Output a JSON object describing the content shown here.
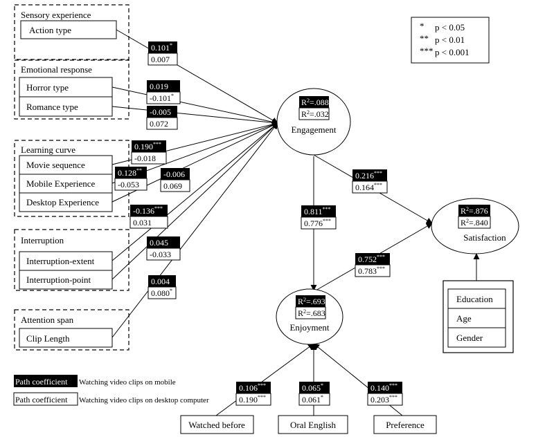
{
  "legend": {
    "items": [
      {
        "stars": "*",
        "text": "p < 0.05"
      },
      {
        "stars": "**",
        "text": "p < 0.01"
      },
      {
        "stars": "***",
        "text": "p < 0.001"
      }
    ]
  },
  "groups": {
    "sensory": "Sensory experience",
    "emotional": "Emotional response",
    "learning": "Learning curve",
    "interruption": "Interruption",
    "attention": "Attention span"
  },
  "vars": {
    "action": "Action type",
    "horror": "Horror type",
    "romance": "Romance type",
    "movie_seq": "Movie sequence",
    "mobile_exp": "Mobile Experience",
    "desktop_exp": "Desktop Experience",
    "int_extent": "Interruption-extent",
    "int_point": "Interruption-point",
    "clip_length": "Clip Length",
    "watched": "Watched before",
    "oral": "Oral English",
    "preference": "Preference",
    "education": "Education",
    "age": "Age",
    "gender": "Gender"
  },
  "nodes": {
    "engagement": {
      "label": "Engagement",
      "r2_mobile": ".088",
      "r2_desktop": ".032"
    },
    "enjoyment": {
      "label": "Enjoyment",
      "r2_mobile": ".693",
      "r2_desktop": ".683"
    },
    "satisfaction": {
      "label": "Satisfaction",
      "r2_mobile": ".876",
      "r2_desktop": ".840"
    }
  },
  "coefficients": {
    "action": {
      "m": "0.101",
      "ms": "*",
      "d": "0.007",
      "ds": ""
    },
    "horror": {
      "m": "0.019",
      "ms": "",
      "d": "-0.101",
      "ds": "*"
    },
    "romance": {
      "m": "-0.005",
      "ms": "",
      "d": "0.072",
      "ds": ""
    },
    "movie_seq": {
      "m": "0.190",
      "ms": "***",
      "d": "-0.018",
      "ds": ""
    },
    "mobile_exp": {
      "m": "0.128",
      "ms": "**",
      "d": "-0.053",
      "ds": ""
    },
    "desktop_exp": {
      "m": "-0.006",
      "ms": "",
      "d": "0.069",
      "ds": ""
    },
    "int_extent": {
      "m": "-0.136",
      "ms": "***",
      "d": "0.031",
      "ds": ""
    },
    "int_point": {
      "m": "0.045",
      "ms": "",
      "d": "-0.033",
      "ds": ""
    },
    "clip_length": {
      "m": "0.004",
      "ms": "",
      "d": "0.080",
      "ds": "*"
    },
    "eng_sat": {
      "m": "0.216",
      "ms": "***",
      "d": "0.164",
      "ds": "***"
    },
    "eng_enj": {
      "m": "0.811",
      "ms": "***",
      "d": "0.776",
      "ds": "***"
    },
    "enj_sat": {
      "m": "0.752",
      "ms": "***",
      "d": "0.783",
      "ds": "***"
    },
    "watched": {
      "m": "0.106",
      "ms": "***",
      "d": "0.190",
      "ds": "***"
    },
    "oral": {
      "m": "0.065",
      "ms": "*",
      "d": "0.061",
      "ds": "*"
    },
    "preference": {
      "m": "0.140",
      "ms": "***",
      "d": "0.203",
      "ds": "***"
    }
  },
  "key": {
    "box_label": "Path coefficient",
    "mobile_text": "Watching video clips on mobile",
    "desktop_text": "Watching video clips on desktop computer"
  },
  "r2_prefix": "R",
  "r2_sup": "2"
}
